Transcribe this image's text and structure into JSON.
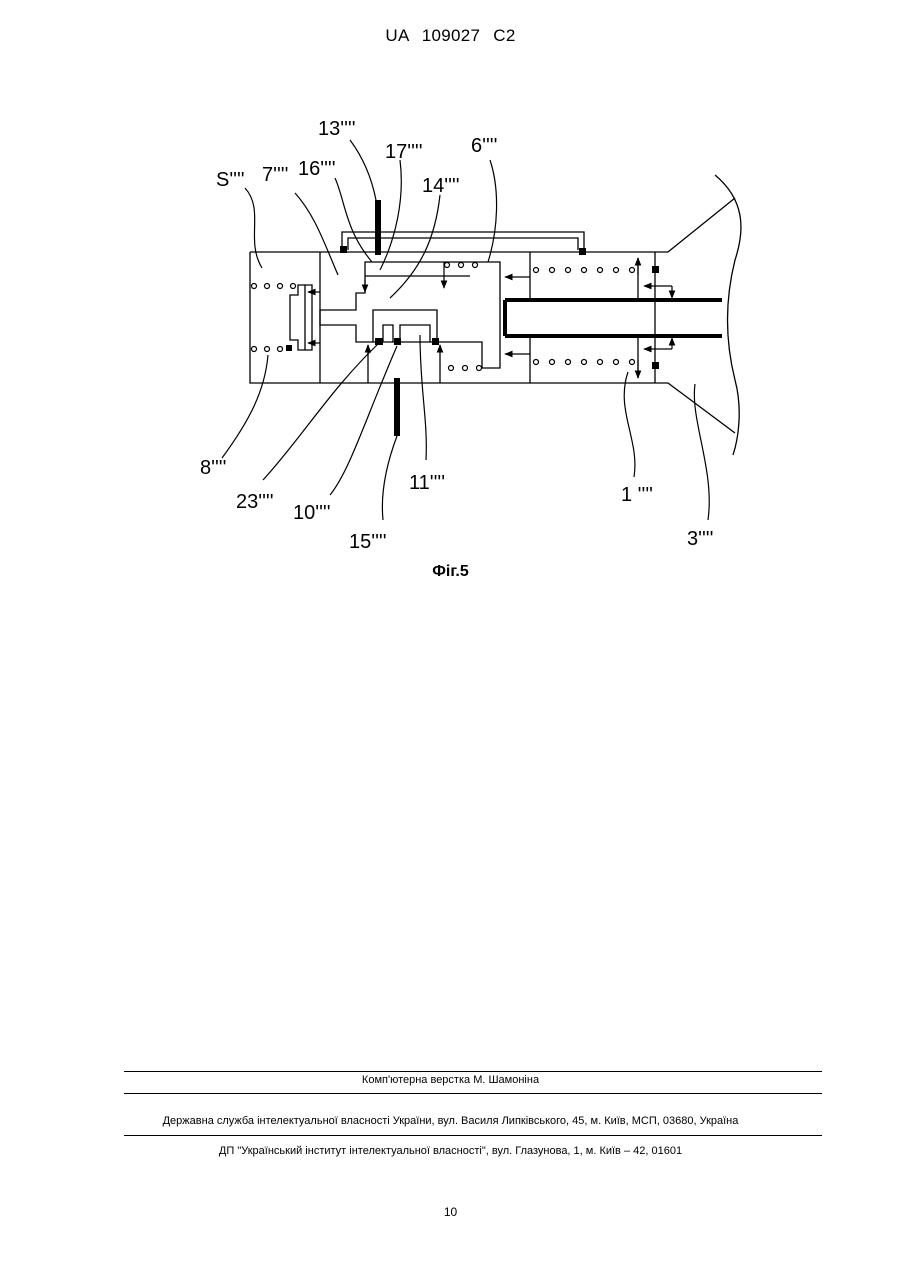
{
  "header": {
    "patent_number": "UA   109027   C2"
  },
  "figure": {
    "caption": "Фіг.5",
    "labels": {
      "l13": "13''''",
      "l17": "17''''",
      "l6": "6''''",
      "lS": "S''''",
      "l7": "7''''",
      "l16": "16''''",
      "l14": "14''''",
      "l8": "8''''",
      "l23": "23''''",
      "l10": "10''''",
      "l11": "11''''",
      "l15": "15''''",
      "l1": "1 ''''",
      "l3": "3''''"
    }
  },
  "footer": {
    "layout": "Комп'ютерна верстка М. Шамоніна",
    "agency": "Державна служба інтелектуальної власності України, вул. Василя Липківського, 45, м. Київ, МСП, 03680, Україна",
    "institute": "ДП \"Український інститут інтелектуальної власності\", вул. Глазунова, 1, м. Київ – 42, 01601"
  },
  "page_number": "10"
}
